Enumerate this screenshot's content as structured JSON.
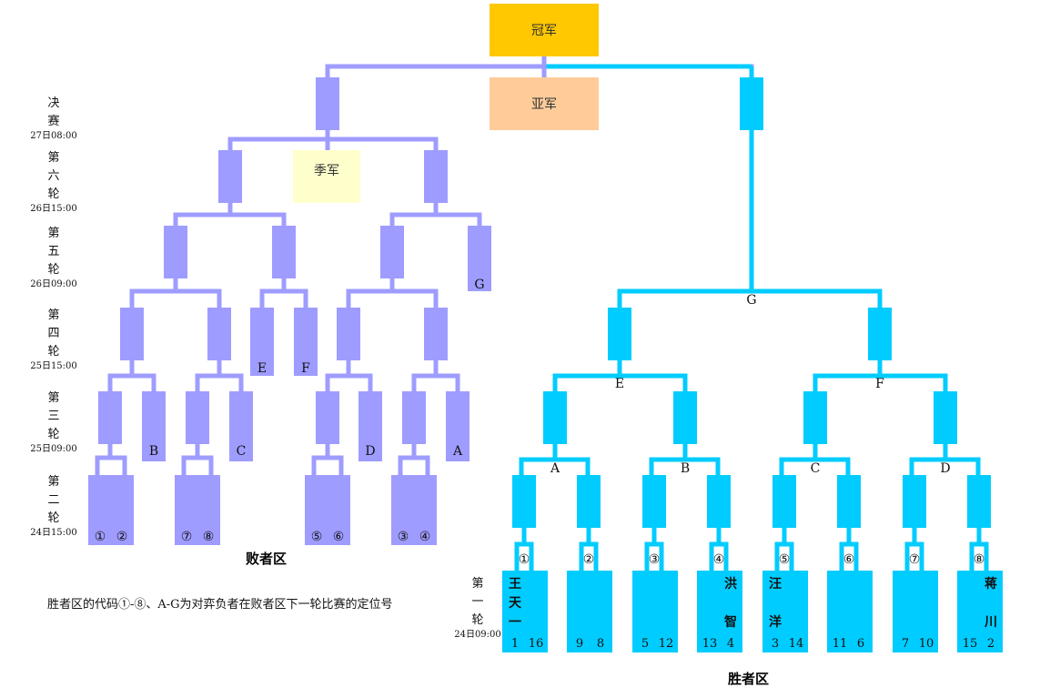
{
  "colors": {
    "loser": "#9f9cff",
    "winner": "#00ccff",
    "champion": "#ffc800",
    "runnerup": "#ffcc99",
    "third": "#ffffcc"
  },
  "places": {
    "champion": "冠军",
    "runner_up": "亚军",
    "third": "季军"
  },
  "rounds": [
    {
      "id": "final",
      "chars": [
        "决",
        "赛"
      ],
      "time": "27日08:00"
    },
    {
      "id": "r6",
      "chars": [
        "第",
        "六",
        "轮"
      ],
      "time": "26日15:00"
    },
    {
      "id": "r5",
      "chars": [
        "第",
        "五",
        "轮"
      ],
      "time": "26日09:00"
    },
    {
      "id": "r4",
      "chars": [
        "第",
        "四",
        "轮"
      ],
      "time": "25日15:00"
    },
    {
      "id": "r3",
      "chars": [
        "第",
        "三",
        "轮"
      ],
      "time": "25日09:00"
    },
    {
      "id": "r2",
      "chars": [
        "第",
        "二",
        "轮"
      ],
      "time": "24日15:00"
    }
  ],
  "round1": {
    "chars": [
      "第",
      "一",
      "轮"
    ],
    "time": "24日09:00"
  },
  "zones": {
    "loser": "败者区",
    "winner": "胜者区"
  },
  "note": "胜者区的代码①-⑧、A-G为对弈负者在败者区下一轮比赛的定位号",
  "loser_tags": [
    "E",
    "F",
    "B",
    "C",
    "D",
    "A",
    "G"
  ],
  "loser_r2_labels": [
    [
      "①",
      "②"
    ],
    [
      "⑦",
      "⑧"
    ],
    [
      "⑤",
      "⑥"
    ],
    [
      "③",
      "④"
    ]
  ],
  "winner_tags": {
    "G": "G",
    "E": "E",
    "F": "F",
    "A": "A",
    "B": "B",
    "C": "C",
    "D": "D"
  },
  "winner_circles": [
    "①",
    "②",
    "③",
    "④",
    "⑤",
    "⑥",
    "⑦",
    "⑧"
  ],
  "winner_r1": [
    {
      "name": [
        "王",
        "天",
        "一"
      ],
      "seeds": [
        "1",
        "16"
      ]
    },
    {
      "name": [],
      "seeds": [
        "9",
        "8"
      ]
    },
    {
      "name": [],
      "seeds": [
        "5",
        "12"
      ]
    },
    {
      "name": [
        "洪",
        "",
        "智"
      ],
      "seeds": [
        "13",
        "4"
      ]
    },
    {
      "name": [
        "汪",
        "",
        "洋"
      ],
      "seeds": [
        "3",
        "14"
      ]
    },
    {
      "name": [],
      "seeds": [
        "11",
        "6"
      ]
    },
    {
      "name": [],
      "seeds": [
        "7",
        "10"
      ]
    },
    {
      "name": [
        "蒋",
        "",
        "川"
      ],
      "seeds": [
        "15",
        "2"
      ]
    }
  ]
}
